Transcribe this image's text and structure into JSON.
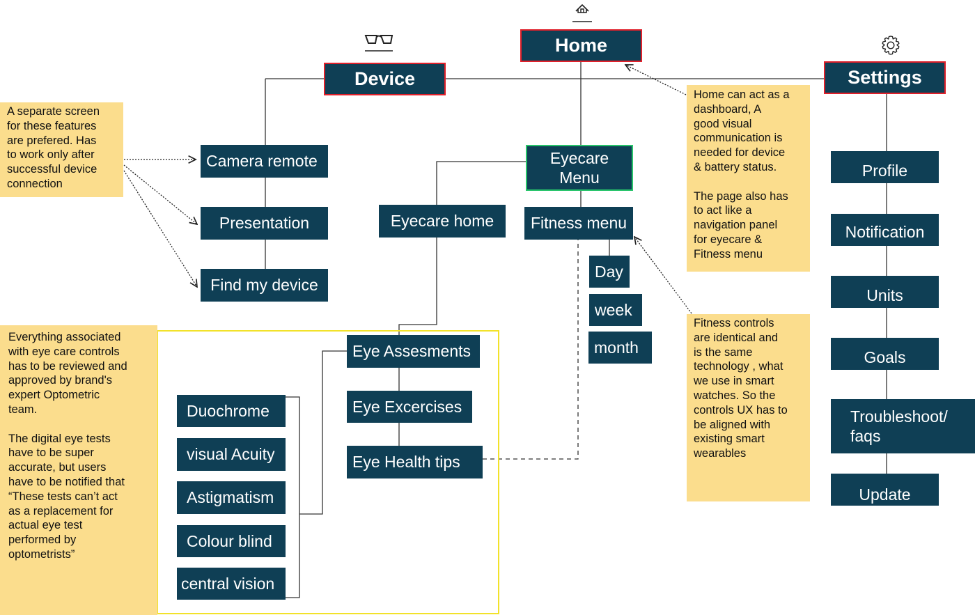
{
  "top": {
    "home": "Home",
    "device": "Device",
    "settings": "Settings"
  },
  "device": {
    "camera_remote": "Camera remote",
    "presentation": "Presentation",
    "find_my_device": "Find my device"
  },
  "home": {
    "eyecare_menu_line1": "Eyecare",
    "eyecare_menu_line2": "Menu",
    "eyecare_home": "Eyecare home",
    "fitness_menu": "Fitness menu",
    "fitness_day": "Day",
    "fitness_week": "week",
    "fitness_month": "month"
  },
  "eyecare": {
    "eye_assesments": "Eye Assesments",
    "eye_excercises": "Eye Excercises",
    "eye_health_tips": "Eye Health tips",
    "tests": [
      "Duochrome",
      "visual Acuity",
      "Astigmatism",
      "Colour blind",
      "central vision"
    ]
  },
  "settings": {
    "profile": "Profile",
    "notification": "Notification",
    "units": "Units",
    "goals": "Goals",
    "troubleshoot_line1": "Troubleshoot/",
    "troubleshoot_line2": "faqs",
    "update": "Update"
  },
  "notes": {
    "device_note": "A separate screen\nfor these features\nare prefered. Has\nto work only after\nsuccessful device\nconnection",
    "eyecare_note": "Everything associated\nwith eye care controls\nhas to be reviewed and\napproved by brand's\nexpert Optometric\nteam.\n\nThe digital eye tests\nhave to be super\naccurate, but users\nhave to be notified that\n“These tests can’t act\nas a replacement for\nactual eye test\nperformed by\noptometrists”",
    "home_note": "Home can act as a\ndashboard, A\ngood visual\ncommunication is\nneeded for device\n& battery status.\n\nThe page also has\nto act like a\nnavigation panel\nfor eyecare &\nFitness menu",
    "fitness_note": "Fitness controls\nare identical and\nis the same\ntechnology , what\nwe use in smart\nwatches. So the\ncontrols UX has to\nbe aligned with\nexisting smart\nwearables"
  },
  "icons": {
    "home": "home-icon",
    "device": "glasses-icon",
    "settings": "gear-icon"
  },
  "colors": {
    "box": "#0f3f55",
    "note": "#fbdd8d",
    "highlight_border": "#e0202a",
    "eyecare_border": "#27c46a",
    "group_border": "#f2e22a"
  }
}
